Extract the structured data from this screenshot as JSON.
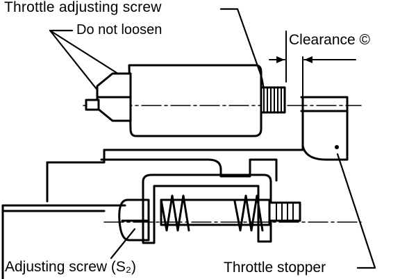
{
  "labels": {
    "throttle_adjusting_screw": "Throttle adjusting screw",
    "do_not_loosen": "Do not loosen",
    "clearance": "Clearance ©",
    "adjusting_screw": "Adjusting screw (S₂)",
    "throttle_stopper": "Throttle stopper"
  },
  "colors": {
    "ink": "#000000",
    "paper": "#ffffff"
  }
}
